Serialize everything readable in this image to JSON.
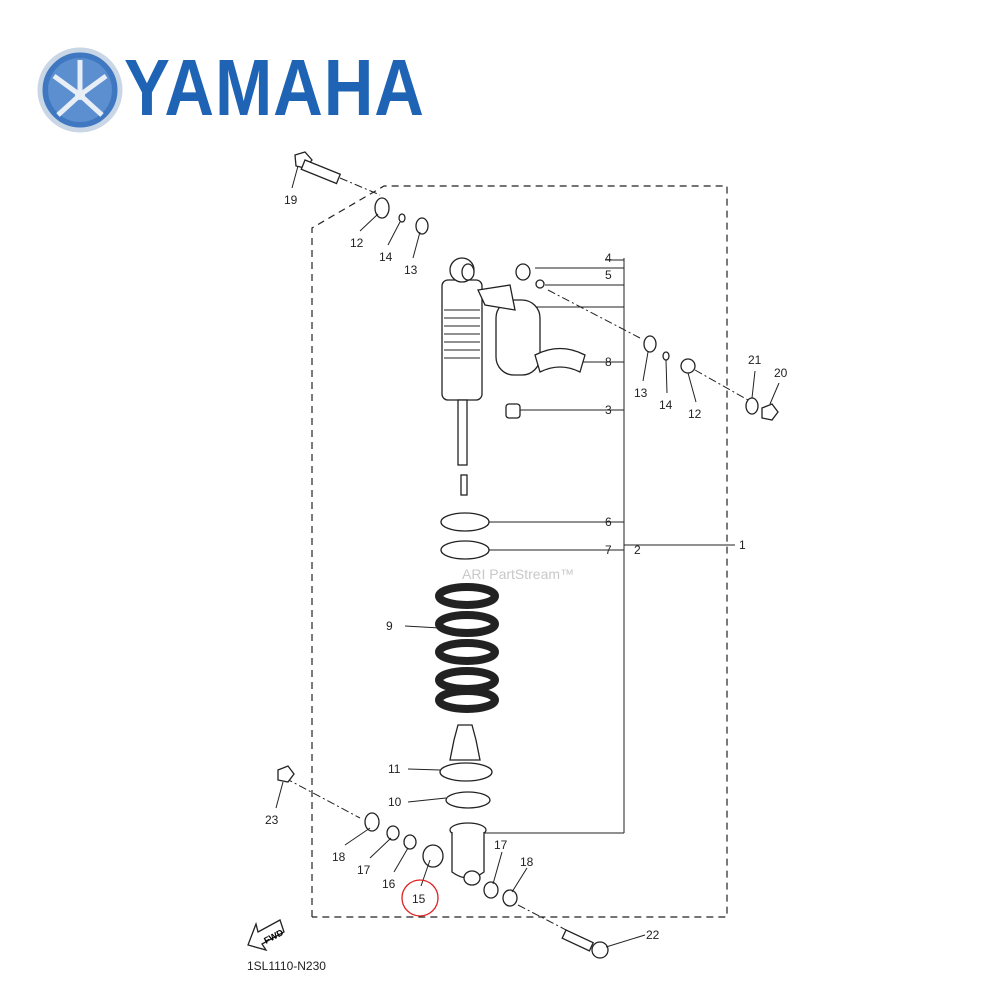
{
  "brand": {
    "name": "YAMAHA",
    "color": "#1f64b4"
  },
  "diagram": {
    "code": "1SL1110-N230",
    "watermark": "ARI PartStream™",
    "forward_arrow_label": "FWD",
    "highlighted_callout": "15",
    "highlight_color": "#e02020",
    "callouts": {
      "c1": "1",
      "c2": "2",
      "c3": "3",
      "c4": "4",
      "c5": "5",
      "c6": "6",
      "c7": "7",
      "c8": "8",
      "c9": "9",
      "c10": "10",
      "c11": "11",
      "c12a": "12",
      "c12b": "12",
      "c13a": "13",
      "c13b": "13",
      "c14a": "14",
      "c14b": "14",
      "c15": "15",
      "c16": "16",
      "c17a": "17",
      "c17b": "17",
      "c18a": "18",
      "c18b": "18",
      "c19": "19",
      "c20": "20",
      "c21": "21",
      "c22": "22",
      "c23": "23"
    }
  }
}
